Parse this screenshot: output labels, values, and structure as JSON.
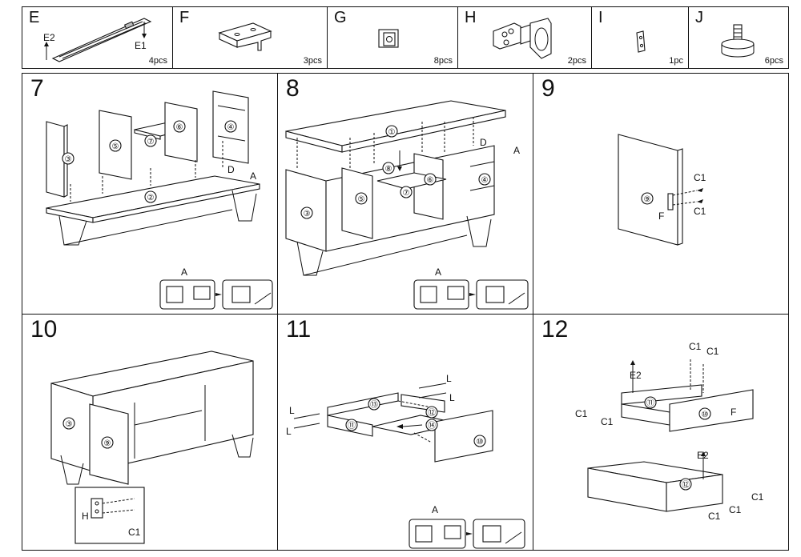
{
  "parts": [
    {
      "letter": "E",
      "qty": "4pcs",
      "labels": [
        "E2",
        "E1"
      ],
      "icon": "drawer-slide-icon"
    },
    {
      "letter": "F",
      "qty": "3pcs",
      "icon": "metal-bracket-icon"
    },
    {
      "letter": "G",
      "qty": "8pcs",
      "icon": "shelf-clip-icon"
    },
    {
      "letter": "H",
      "qty": "2pcs",
      "icon": "hinge-icon"
    },
    {
      "letter": "I",
      "qty": "1pc",
      "icon": "magnet-catch-icon"
    },
    {
      "letter": "J",
      "qty": "6pcs",
      "icon": "adjustable-foot-icon"
    }
  ],
  "steps": [
    {
      "number": "7",
      "panels": [
        "③",
        "⑤",
        "⑦",
        "⑥",
        "④",
        "②"
      ],
      "labels": [
        "D",
        "A"
      ],
      "inset_label": "A"
    },
    {
      "number": "8",
      "panels": [
        "①",
        "⑧",
        "⑤",
        "⑦",
        "⑥",
        "④",
        "③"
      ],
      "labels": [
        "D",
        "A"
      ],
      "inset_label": "A"
    },
    {
      "number": "9",
      "panels": [
        "⑨"
      ],
      "labels": [
        "C1",
        "C1",
        "F"
      ]
    },
    {
      "number": "10",
      "panels": [
        "③",
        "⑨"
      ],
      "labels": [
        "H",
        "C1"
      ]
    },
    {
      "number": "11",
      "panels": [
        "⑬",
        "⑫",
        "⑭",
        "⑪",
        "⑩"
      ],
      "labels": [
        "L",
        "L",
        "L",
        "L"
      ],
      "inset_label": "A"
    },
    {
      "number": "12",
      "panels": [
        "⑪",
        "⑩",
        "⑫"
      ],
      "labels": [
        "E2",
        "C1",
        "C1",
        "C1",
        "C1",
        "F",
        "E2",
        "C1",
        "C1",
        "C1"
      ]
    }
  ]
}
